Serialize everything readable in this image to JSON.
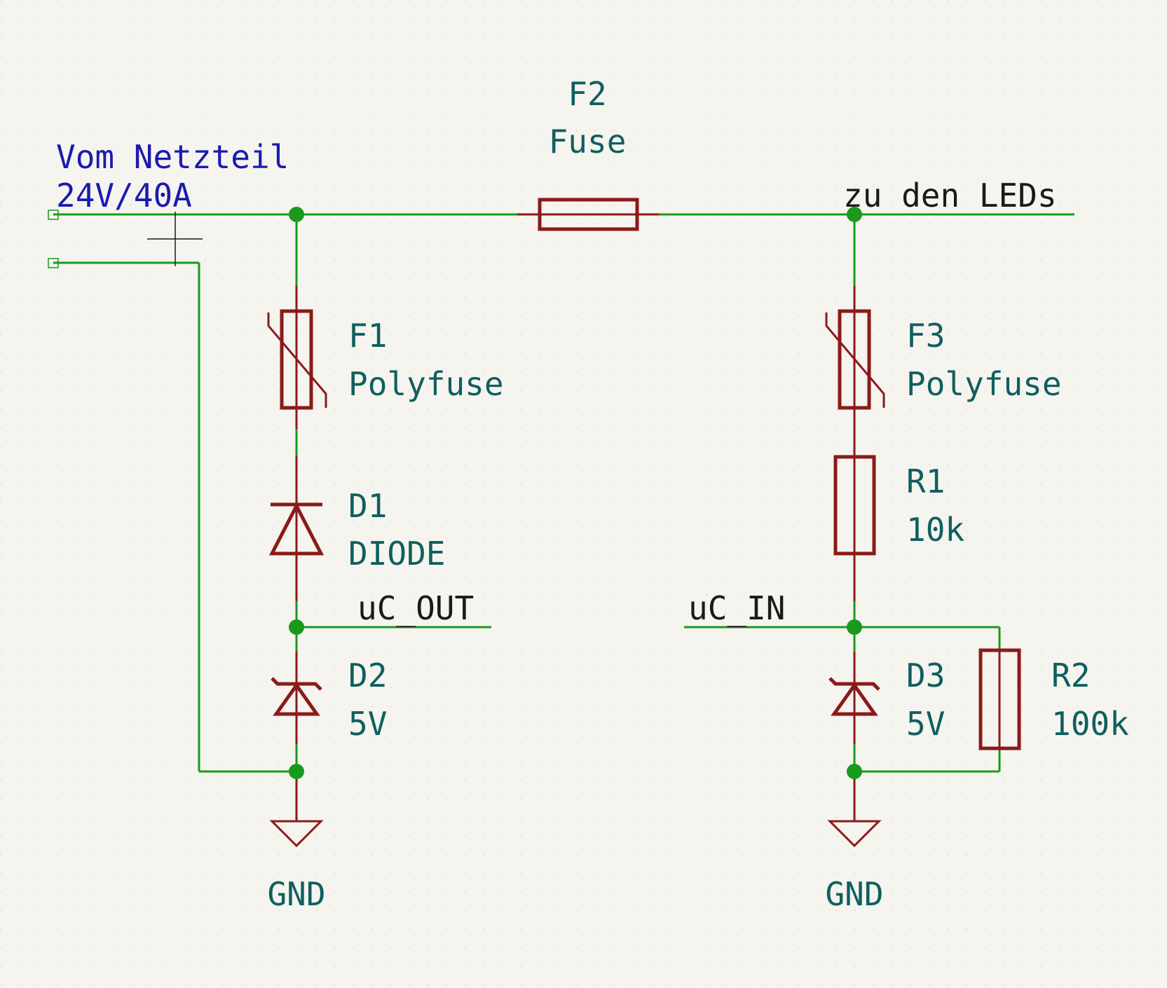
{
  "colors": {
    "background": "#f5f4ef",
    "wire": "#1a9a1a",
    "component": "#8b1a1a",
    "reference_text": "#0f5f5f",
    "note_text": "#1a1ab0",
    "net_label": "#1a1a1a"
  },
  "note": {
    "line1": "Vom Netzteil",
    "line2": "24V/40A"
  },
  "components": {
    "F2": {
      "ref": "F2",
      "value": "Fuse"
    },
    "F1": {
      "ref": "F1",
      "value": "Polyfuse"
    },
    "F3": {
      "ref": "F3",
      "value": "Polyfuse"
    },
    "D1": {
      "ref": "D1",
      "value": "DIODE"
    },
    "D2": {
      "ref": "D2",
      "value": "5V"
    },
    "D3": {
      "ref": "D3",
      "value": "5V"
    },
    "R1": {
      "ref": "R1",
      "value": "10k"
    },
    "R2": {
      "ref": "R2",
      "value": "100k"
    }
  },
  "net_labels": {
    "leds": "zu den LEDs",
    "uc_out": "uC_OUT",
    "uc_in": "uC_IN"
  },
  "power": {
    "gnd_left": "GND",
    "gnd_right": "GND"
  }
}
